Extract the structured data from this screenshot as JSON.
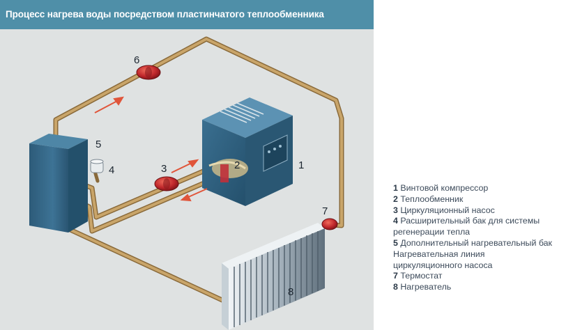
{
  "header": {
    "title": "Процесс нагрева воды посредством пластинчатого теплообменника"
  },
  "callouts": [
    "1",
    "2",
    "3",
    "4",
    "5",
    "6",
    "7",
    "8"
  ],
  "legend": [
    {
      "num": "1",
      "text": "Винтовой компрессор"
    },
    {
      "num": "2",
      "text": "Теплообменник"
    },
    {
      "num": "3",
      "text": "Циркуляционный насос"
    },
    {
      "num": "4",
      "text": "Расширительный бак для системы"
    },
    {
      "num": "",
      "text": "регенерации тепла"
    },
    {
      "num": "5",
      "text": "Дополнительный нагревательный бак"
    },
    {
      "num": "",
      "text": "Нагревательная линия"
    },
    {
      "num": "",
      "text": "циркуляционного насоса"
    },
    {
      "num": "7",
      "text": "Термостат"
    },
    {
      "num": "8",
      "text": "Нагреватель"
    }
  ],
  "colors": {
    "header_bg": "#4f8fa8",
    "panel_bg": "#dfe2e2",
    "pipe": "#c4a066",
    "pump": "#c0282c",
    "arrow": "#e0553a",
    "tank": "#2f5f7e",
    "compressor": "#2f5f7e"
  }
}
